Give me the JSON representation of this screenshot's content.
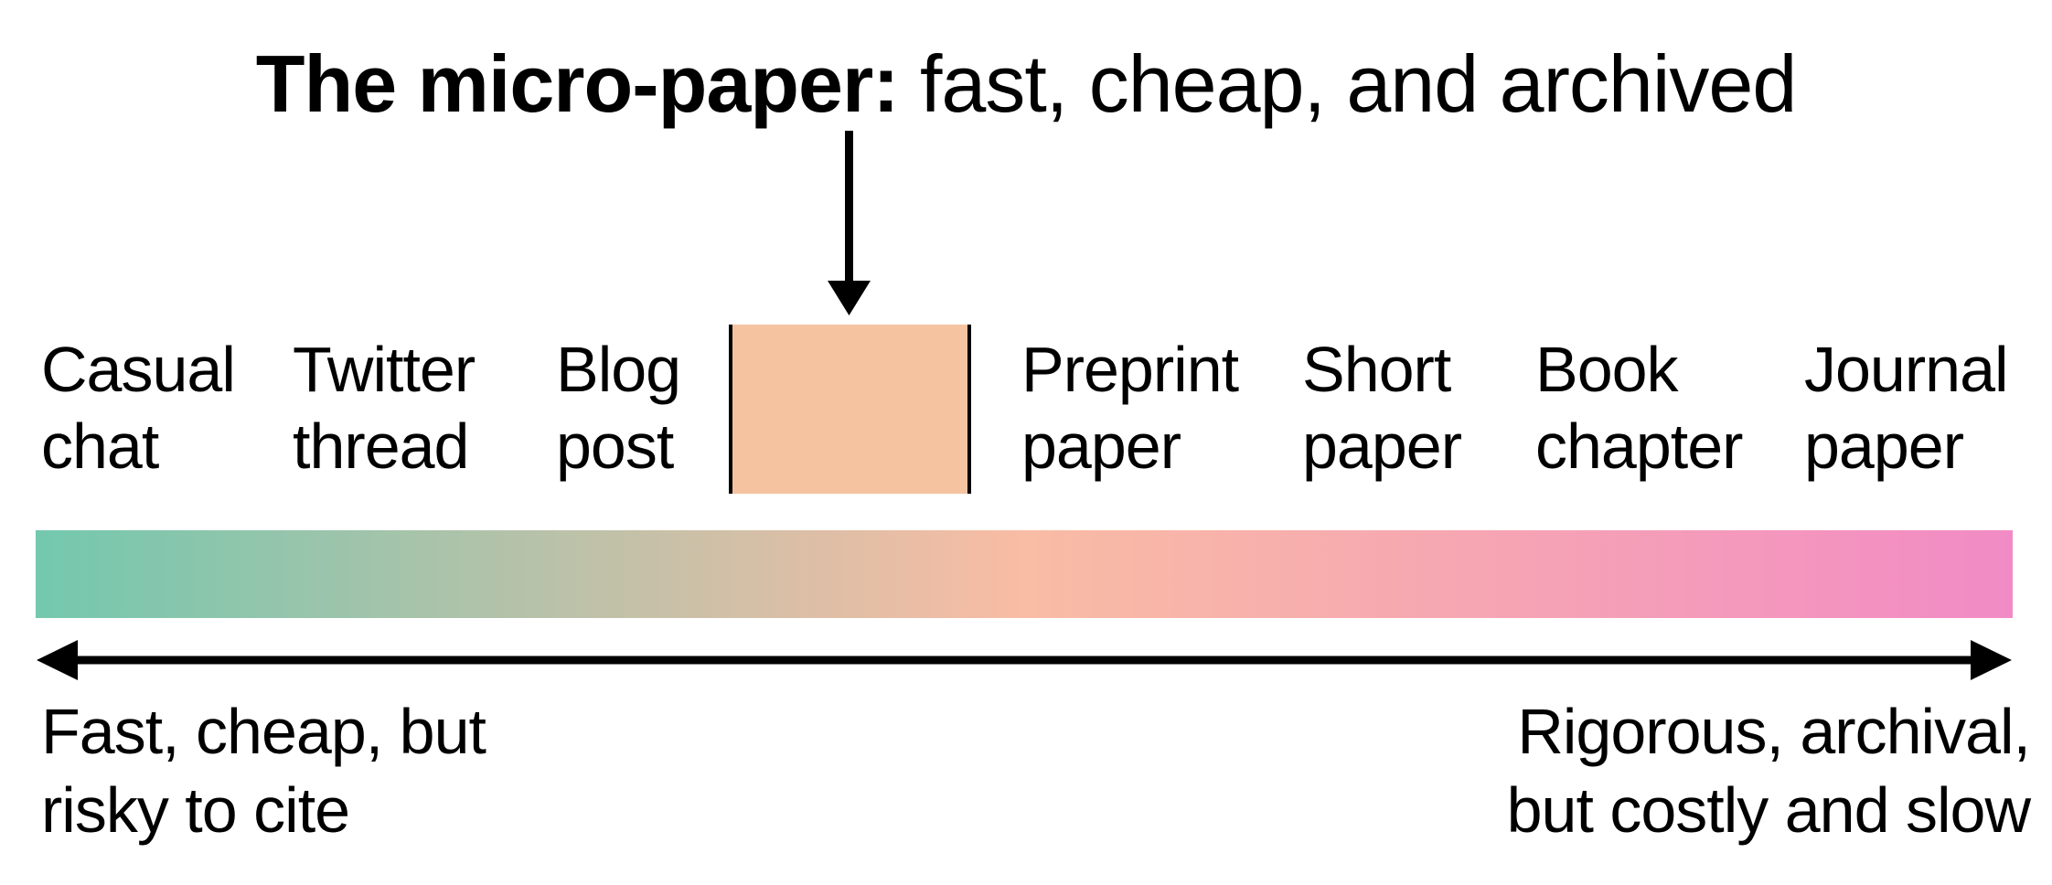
{
  "title": {
    "bold": "The micro-paper:",
    "regular": " fast, cheap, and archived"
  },
  "spectrum_labels": [
    {
      "line1": "Casual",
      "line2": "chat"
    },
    {
      "line1": "Twitter",
      "line2": "thread"
    },
    {
      "line1": "Blog",
      "line2": "post"
    },
    {
      "line1": "Preprint",
      "line2": "paper"
    },
    {
      "line1": "Short",
      "line2": "paper"
    },
    {
      "line1": "Book",
      "line2": "chapter"
    },
    {
      "line1": "Journal",
      "line2": "paper"
    }
  ],
  "micro_paper_box": {
    "fill": "#F6C3A1",
    "border_color": "#000000"
  },
  "gradient_bar": {
    "left_color": "#73C8AE",
    "middle_color": "#F9BCA4",
    "right_color": "#F28BC5"
  },
  "axis": {
    "left_label_line1": "Fast, cheap, but",
    "left_label_line2": "risky to cite",
    "right_label_line1": "Rigorous, archival,",
    "right_label_line2": "but costly and slow"
  },
  "colors": {
    "ink": "#000000",
    "background": "#FFFFFF"
  }
}
